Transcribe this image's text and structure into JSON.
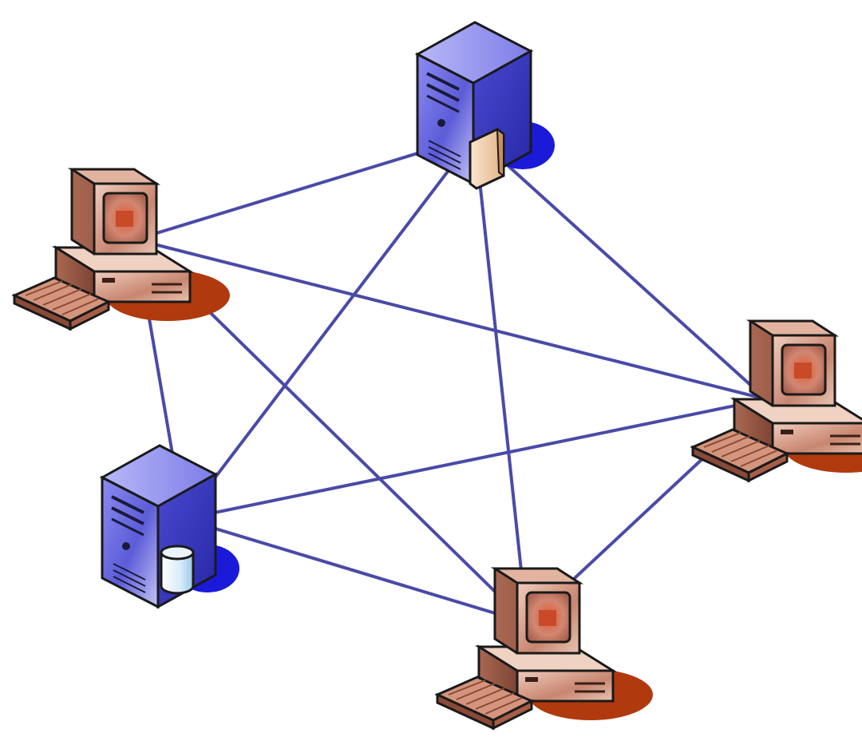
{
  "diagram": {
    "type": "mesh-network",
    "colors": {
      "link": "#4a4aa8",
      "server_body": "#6a6ae0",
      "workstation_body": "#d9a08a",
      "shadow": "#b03a0e"
    },
    "nodes": [
      {
        "id": "server-top",
        "kind": "server",
        "accessory": "document-icon"
      },
      {
        "id": "workstation-left",
        "kind": "workstation"
      },
      {
        "id": "workstation-right",
        "kind": "workstation"
      },
      {
        "id": "server-bottom-left",
        "kind": "server",
        "accessory": "database-icon"
      },
      {
        "id": "workstation-bottom",
        "kind": "workstation"
      }
    ],
    "links": [
      [
        "workstation-left",
        "server-top"
      ],
      [
        "server-top",
        "server-bottom-left"
      ],
      [
        "server-top",
        "workstation-bottom"
      ],
      [
        "server-top",
        "workstation-right"
      ],
      [
        "workstation-left",
        "workstation-right"
      ],
      [
        "workstation-left",
        "server-bottom-left"
      ],
      [
        "workstation-left",
        "workstation-bottom"
      ],
      [
        "server-bottom-left",
        "workstation-right"
      ],
      [
        "server-bottom-left",
        "workstation-bottom"
      ],
      [
        "workstation-right",
        "workstation-bottom"
      ]
    ]
  }
}
